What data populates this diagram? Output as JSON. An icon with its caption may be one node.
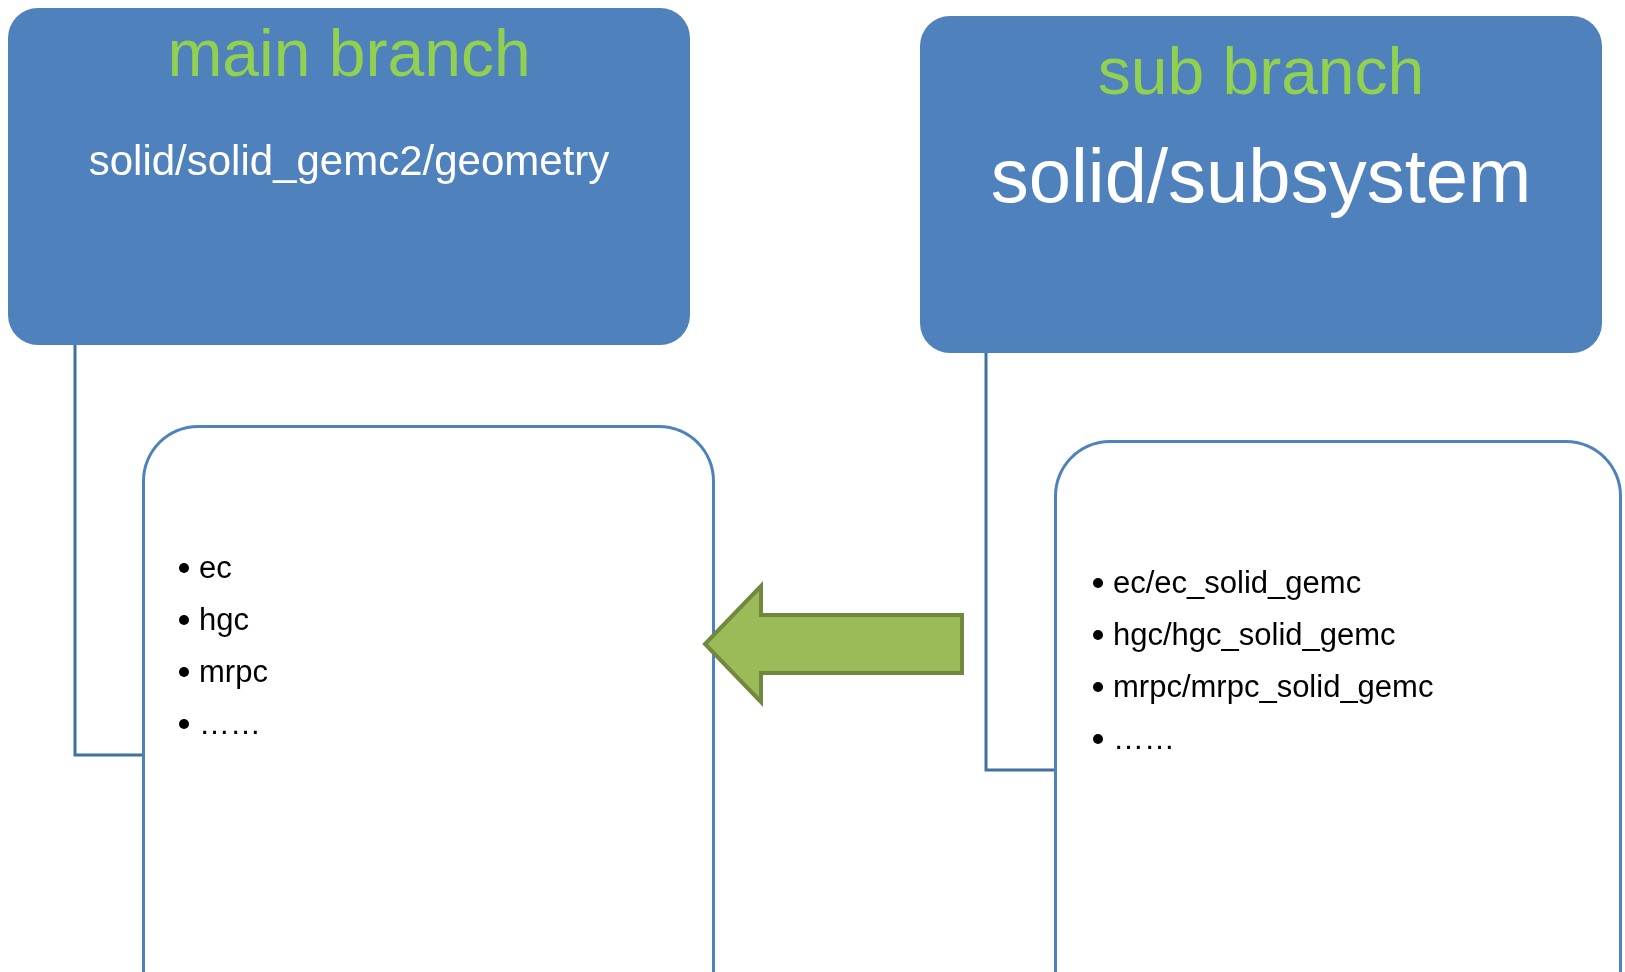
{
  "diagram": {
    "nodes": [
      {
        "text": [
          "main branch",
          "solid/solid_gemc2/geometry"
        ]
      },
      {
        "text": [
          "sub branch",
          "solid/subsystem"
        ]
      },
      {
        "text": [
          "ec",
          "hgc",
          "mrpc",
          "……"
        ]
      },
      {
        "text": [
          "ec/ec_solid_gemc",
          "hgc/hgc_solid_gemc",
          "mrpc/mrpc_solid_gemc",
          "……"
        ]
      }
    ],
    "edges": [
      {
        "from": 0,
        "to": 2,
        "arrow": "none"
      },
      {
        "from": 1,
        "to": 3,
        "arrow": "none"
      },
      {
        "from": 3,
        "to": 2,
        "arrow": "to",
        "style": "thick",
        "color": "#9bbb59"
      }
    ]
  }
}
